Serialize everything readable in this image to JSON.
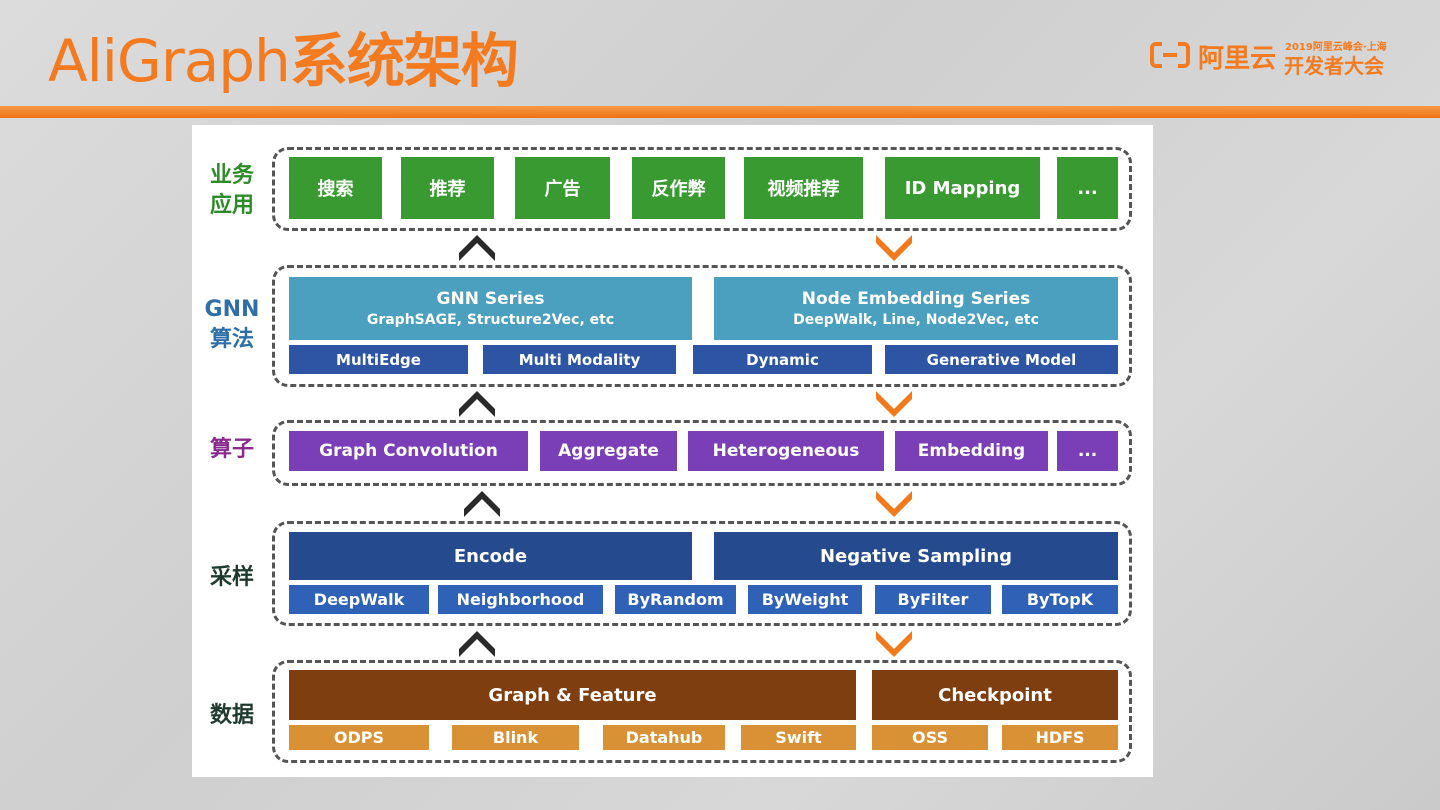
{
  "header": {
    "title_en": "AliGraph",
    "title_cn": "系统架构",
    "logo_brand": "阿里云",
    "logo_event_top": "2019阿里云峰会·上海",
    "logo_event_bottom": "开发者大会"
  },
  "layers": {
    "business": {
      "label_line1": "业务",
      "label_line2": "应用",
      "items": [
        "搜索",
        "推荐",
        "广告",
        "反作弊",
        "视频推荐",
        "ID Mapping",
        "..."
      ]
    },
    "gnn": {
      "label_line1": "GNN",
      "label_line2": "算法",
      "gnn_series_title": "GNN Series",
      "gnn_series_sub": "GraphSAGE, Structure2Vec, etc",
      "node_embedding_title": "Node Embedding Series",
      "node_embedding_sub": "DeepWalk, Line, Node2Vec, etc",
      "features": [
        "MultiEdge",
        "Multi Modality",
        "Dynamic",
        "Generative Model"
      ]
    },
    "operator": {
      "label": "算子",
      "items": [
        "Graph Convolution",
        "Aggregate",
        "Heterogeneous",
        "Embedding",
        "..."
      ]
    },
    "sampling": {
      "label": "采样",
      "encode": "Encode",
      "negative": "Negative Sampling",
      "methods": [
        "DeepWalk",
        "Neighborhood",
        "ByRandom",
        "ByWeight",
        "ByFilter",
        "ByTopK"
      ]
    },
    "data": {
      "label": "数据",
      "graph_feature": "Graph & Feature",
      "checkpoint": "Checkpoint",
      "sources": [
        "ODPS",
        "Blink",
        "Datahub",
        "Swift",
        "OSS",
        "HDFS"
      ]
    }
  },
  "colors": {
    "accent": "#f47a1f",
    "business": "#3a9a32",
    "gnn_label": "#2f6fa8",
    "operator_label": "#8a2a8c",
    "dark_label": "#1f3a2e"
  },
  "icons": {
    "flow_up": "chevron-up-icon",
    "flow_down": "chevron-down-icon"
  }
}
